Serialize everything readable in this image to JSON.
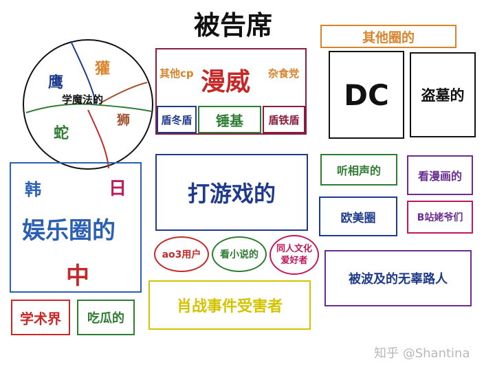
{
  "title": "被告席",
  "colors": {
    "ink": "#111111",
    "navy": "#1e3a8a",
    "red": "#c62828",
    "green": "#2e7d32",
    "orange": "#d9832a",
    "purple": "#6a2c91",
    "magenta": "#c2185b",
    "yellow": "#d4c400",
    "brown": "#a0522d",
    "blue": "#2b5fb3"
  },
  "pie": {
    "center": "学魔法的",
    "houses": [
      "鹰",
      "獾",
      "狮",
      "蛇"
    ]
  },
  "marvel": {
    "left": "其他cp",
    "main": "漫威",
    "right": "杂食党",
    "ships": [
      "盾冬盾",
      "锤基",
      "盾铁盾"
    ]
  },
  "other_circle": "其他圈的",
  "dc": "DC",
  "tomb": "盗墓的",
  "entertainment": {
    "korea": "韩",
    "japan": "日",
    "main": "娱乐圈的",
    "china": "中"
  },
  "gaming": "打游戏的",
  "crosstalk": "听相声的",
  "western": "欧美圈",
  "comics": "看漫画的",
  "bilibili": "B站姥爷们",
  "ao3": "ao3用户",
  "novels": "看小说的",
  "doujin": [
    "同人文化",
    "爱好者"
  ],
  "bystanders": "被波及的无辜路人",
  "xiaozhan": "肖战事件受害者",
  "academia": "学术界",
  "gossip": "吃瓜的",
  "watermark": "知乎 @Shantina"
}
